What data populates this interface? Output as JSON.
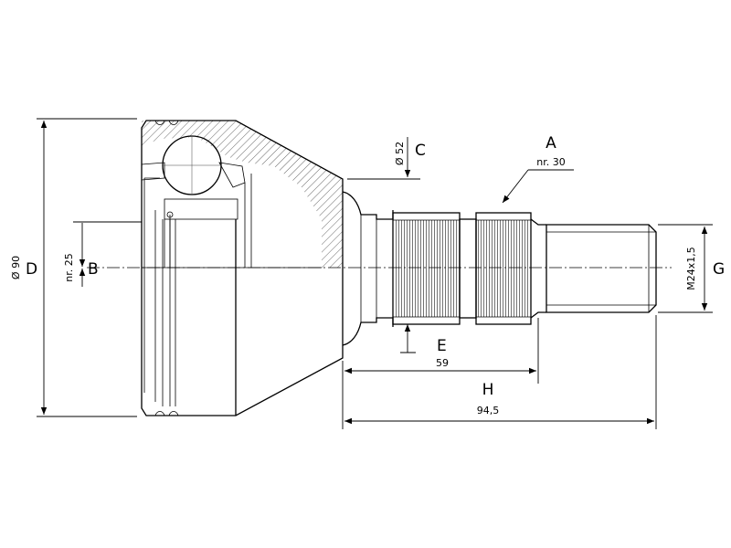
{
  "labels": {
    "A": "A",
    "B": "B",
    "C": "C",
    "D": "D",
    "E": "E",
    "G": "G",
    "H": "H"
  },
  "values": {
    "A": "nr. 30",
    "B": "nr. 25",
    "C": "Ø 52",
    "D": "Ø 90",
    "E": "59",
    "G": "M24x1,5",
    "H": "94,5"
  },
  "colors": {
    "line": "#000000",
    "background": "#ffffff"
  }
}
